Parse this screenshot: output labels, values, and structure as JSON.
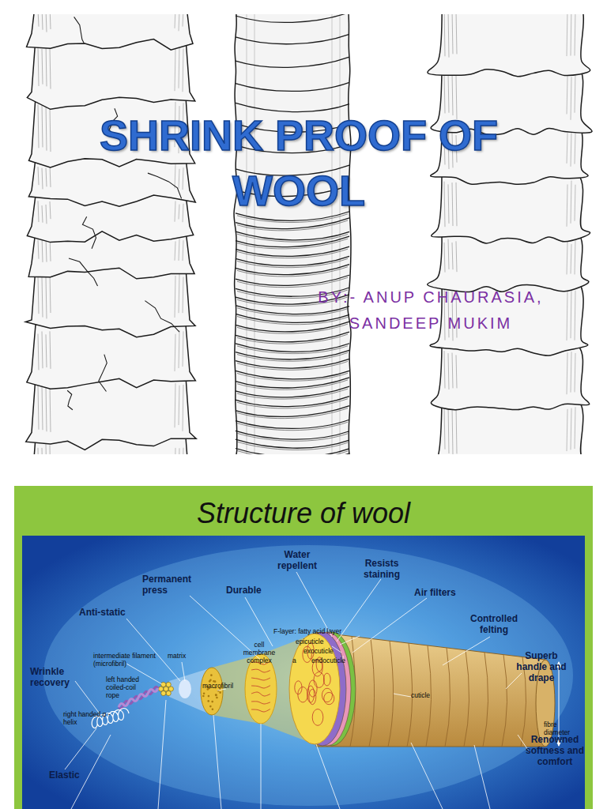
{
  "diagram": {
    "title": "SHRINK PROOF OF WOOL",
    "labels": [
      "BY:- ANUP CHAURASIA, SANDEEP MUKIM",
      "Structure of wool",
      "Water repellent",
      "Resists staining",
      "Permanent press",
      "Durable",
      "Air filters",
      "Anti-static",
      "F-layer: fatty acid layer",
      "epicuticle",
      "exocuticle",
      "a",
      "endocuticle",
      "Controlled felting",
      "cell membrane complex",
      "intermediate filament (microfibril)",
      "matrix",
      "Wrinkle recovery",
      "left handed coiled-coil rope",
      "macrofibril",
      "Superb handle and drape",
      "cuticle",
      "right handed α - helix",
      "fibre diameter",
      "Renowned softness and comfort",
      "Elastic"
    ]
  }
}
